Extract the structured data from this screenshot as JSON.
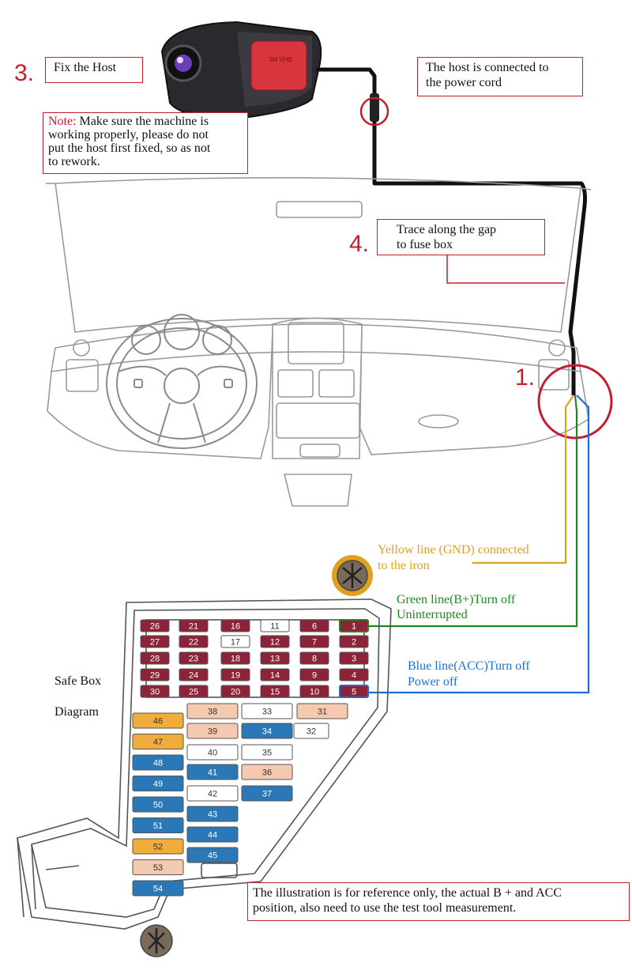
{
  "steps": {
    "step3_number": "3.",
    "step3_label": "Fix the Host",
    "note_prefix": "Note:",
    "note_text_1": " Make sure the machine is",
    "note_text_2": "working properly, please do not",
    "note_text_3": "put the host first fixed, so as not",
    "note_text_4": "to rework.",
    "power_text_1": "The host is connected to",
    "power_text_2": "the power cord",
    "step4_number": "4.",
    "step4_text_1": "Trace along the gap",
    "step4_text_2": "to fuse box",
    "step1_number": "1."
  },
  "wires": {
    "yellow_1": "Yellow line (GND) connected",
    "yellow_2": "to the iron",
    "green_1": "Green line(B+)Turn off",
    "green_2": "Uninterrupted",
    "blue_1": "Blue line(ACC)Turn off",
    "blue_2": "Power off"
  },
  "fuse_box": {
    "title_1": "Safe Box",
    "title_2": "Diagram",
    "grid_rows": [
      [
        "26",
        "21",
        "16",
        "11",
        "6",
        "1"
      ],
      [
        "27",
        "22",
        "17",
        "12",
        "7",
        "2"
      ],
      [
        "28",
        "23",
        "18",
        "13",
        "8",
        "3"
      ],
      [
        "29",
        "24",
        "19",
        "14",
        "9",
        "4"
      ],
      [
        "30",
        "25",
        "20",
        "15",
        "10",
        "5"
      ]
    ],
    "left_column": [
      "46",
      "47",
      "48",
      "49",
      "50",
      "51",
      "52",
      "53",
      "54"
    ],
    "middle_column": [
      "38",
      "39",
      "40",
      "41",
      "42",
      "43",
      "44",
      "45"
    ],
    "right_column": [
      "33",
      "34",
      "35",
      "36",
      "37"
    ],
    "far_right": [
      "31",
      "32"
    ]
  },
  "disclaimer_1": "The illustration is for reference only, the actual B + and ACC",
  "disclaimer_2": "position, also need to use the test tool measurement.",
  "colors": {
    "annotation_red": "#c41e2e",
    "yellow_wire": "#e2a021",
    "green_wire": "#1b8a1b",
    "blue_wire": "#1d6fd6",
    "fuse_maroon": "#8c2338",
    "fuse_blue": "#2b78b8",
    "fuse_orange": "#f0ad3c",
    "fuse_peach": "#f5c8b0"
  }
}
